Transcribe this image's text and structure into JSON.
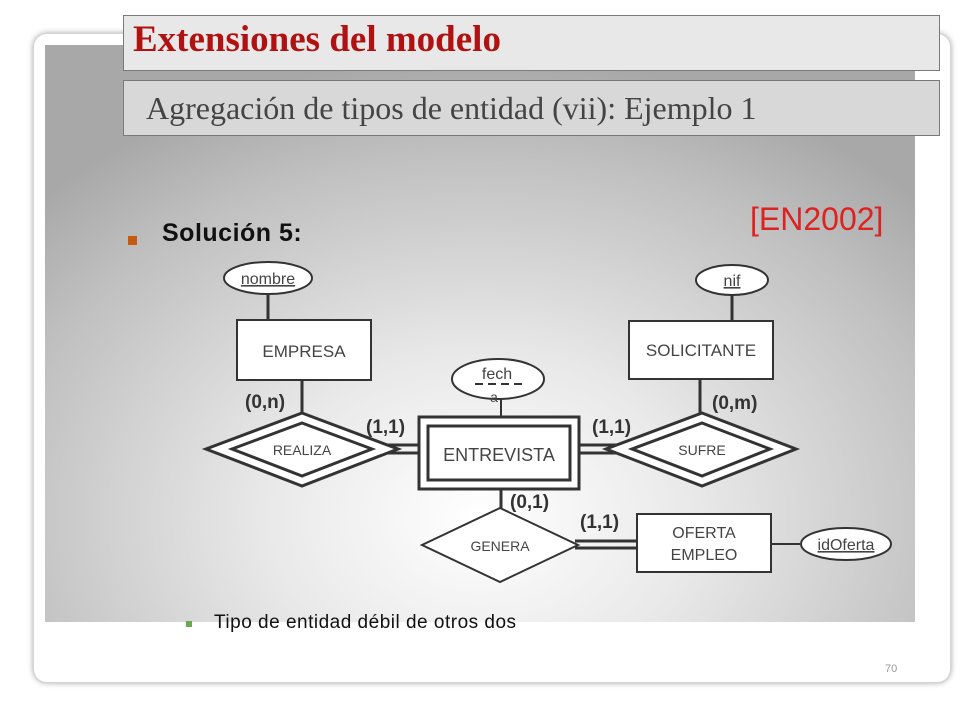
{
  "slide": {
    "title": "Extensiones del modelo",
    "subtitle": "Agregación de tipos de entidad (vii): Ejemplo 1",
    "reference": "[EN2002]",
    "heading": "Solución 5:",
    "bullet": "Tipo de entidad débil de otros dos",
    "page_number": "70"
  },
  "diagram": {
    "entities": {
      "empresa": "EMPRESA",
      "solicitante": "SOLICITANTE",
      "entrevista": "ENTREVISTA",
      "oferta_line1": "OFERTA",
      "oferta_line2": "EMPLEO"
    },
    "relationships": {
      "realiza": "REALIZA",
      "sufre": "SUFRE",
      "genera": "GENERA"
    },
    "attributes": {
      "nombre": "nombre",
      "nif": "nif",
      "fecha_line1": "fech",
      "fecha_line2": "a",
      "idoferta": "idOferta"
    },
    "cardinalities": {
      "empresa_realiza": "(0,n)",
      "realiza_entrevista": "(1,1)",
      "entrevista_sufre": "(1,1)",
      "solicitante_sufre": "(0,m)",
      "entrevista_genera": "(0,1)",
      "genera_oferta": "(1,1)"
    }
  }
}
